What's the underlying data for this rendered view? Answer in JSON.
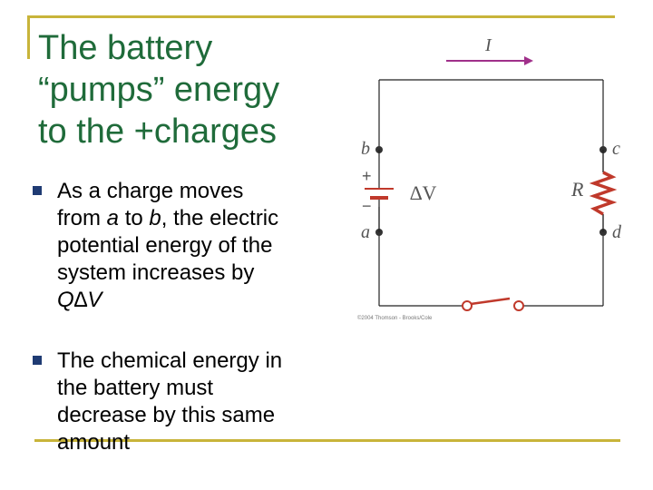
{
  "title": {
    "lines": [
      "The battery",
      "“pumps” energy",
      "to the +charges"
    ]
  },
  "bullets": [
    {
      "lines": [
        "As a charge moves",
        "from a to b, the electric",
        "potential energy of the",
        "system increases by"
      ],
      "formula": "Q∆V"
    },
    {
      "lines": [
        "The chemical energy in",
        "the battery must",
        "decrease by this same",
        "amount"
      ]
    }
  ],
  "circuit": {
    "current_label": "I",
    "node_b": "b",
    "node_a": "a",
    "node_c": "c",
    "node_d": "d",
    "plus": "+",
    "minus": "−",
    "battery_label": "∆V",
    "resistor_label": "R",
    "credit": "©2004 Thomson - Brooks/Cole"
  },
  "colors": {
    "title": "#1f6b3a",
    "frame": "#c8b43a",
    "bullet_marker": "#1f3b73",
    "current_arrow": "#a0308a",
    "resistor": "#c0392b",
    "switch": "#c0392b",
    "battery": "#c0392b"
  }
}
